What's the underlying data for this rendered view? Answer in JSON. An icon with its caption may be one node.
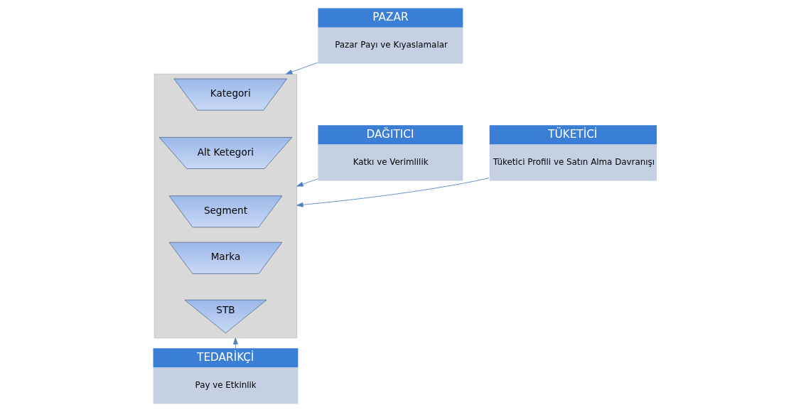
{
  "diagram": {
    "nodes": [
      {
        "text": [
          "PAZAR",
          "Pazar Payı ve Kıyaslamalar"
        ]
      },
      {
        "text": [
          "DAĞITICI",
          "Katkı ve Verimlilik"
        ]
      },
      {
        "text": [],
        "shape": "triangle"
      },
      {
        "text": [
          "Kategori"
        ],
        "in": 2
      },
      {
        "text": [
          "Alt Ketegori"
        ],
        "in": 2
      },
      {
        "text": [
          "Segment"
        ],
        "in": 2
      },
      {
        "text": [
          "Marka"
        ],
        "in": 2
      },
      {
        "text": [
          "STB"
        ],
        "in": 2
      },
      {
        "text": [
          "TÜKETİCİ",
          "Tüketici Profili ve Satın Alma Davranışı"
        ]
      },
      {
        "text": [
          "TEDARİKÇİ",
          "Pay ve Etkinlik"
        ]
      }
    ],
    "edges": [
      {
        "from": 0,
        "to": 2,
        "arrow": "to"
      },
      {
        "from": 1,
        "to": 2,
        "arrow": "to"
      },
      {
        "from": 8,
        "to": 2,
        "arrow": "to"
      },
      {
        "from": 9,
        "to": 2,
        "arrow": "to"
      }
    ]
  }
}
